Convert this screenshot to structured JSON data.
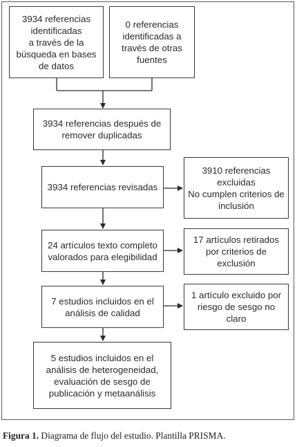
{
  "boxes": {
    "identified_db": "3934 referencias\nidentificadas\na través de la\nbúsqueda en bases\nde datos",
    "identified_other": "0 referencias\nidentificadas a\ntravés de otras\nfuentes",
    "after_duplicates": "3934 referencias después de\nremover duplicadas",
    "screened": "3934 referencias revisadas",
    "excluded": "3910 referencias\nexcluidas\nNo cumplen criterios de\ninclusión",
    "full_text": "24 artículos texto completo\nvalorados para elegibilidad",
    "withdrawn": "17 artículos retirados\npor criterios de\nexclusión",
    "quality": "7 estudios incluidos en el\nanálisis de calidad",
    "bias_excluded": "1 artículo excluido por\nriesgo de sesgo no\nclaro",
    "final": "5 estudios incluidos en el\nanálisis de heterogeneidad,\nevaluación de sesgo de\npublicación y metaanálisis"
  },
  "caption": {
    "label": "Figura 1.",
    "text": " Diagrama de flujo del estudio. Plantilla PRISMA."
  }
}
